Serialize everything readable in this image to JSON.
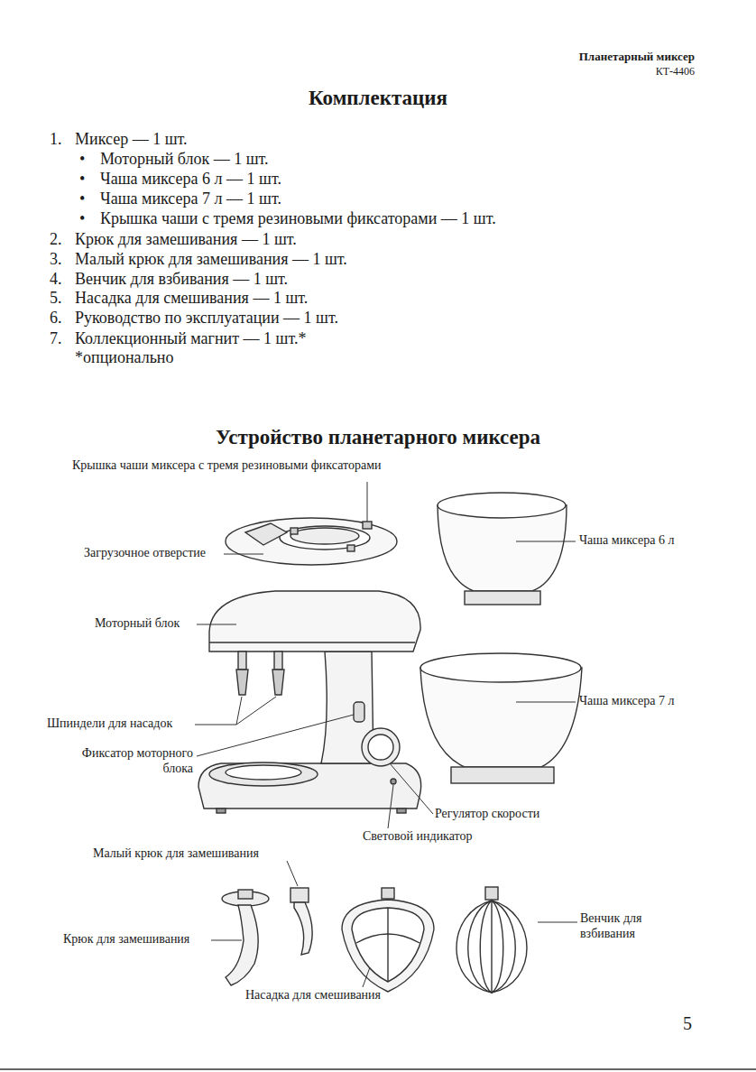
{
  "diagram": {
    "title": "Комплектация",
    "labels": [
      "Планетарный миксер",
      "КТ-4406",
      "1.",
      "Миксер — 1 шт.",
      "•",
      "Моторный блок — 1 шт.",
      "•",
      "Чаша миксера 6 л — 1 шт.",
      "•",
      "Чаша миксера 7 л — 1 шт.",
      "•",
      "Крышка чаши с тремя резиновыми фиксаторами — 1 шт.",
      "2.",
      "Крюк для замешивания — 1 шт.",
      "3.",
      "Малый крюк для замешивания — 1 шт.",
      "4.",
      "Венчик для взбивания — 1 шт.",
      "5.",
      "Насадка для смешивания — 1 шт.",
      "6.",
      "Руководство по эксплуатации — 1 шт.",
      "7.",
      "Коллекционный магнит — 1 шт.*",
      "*опционально",
      "Устройство планетарного миксера",
      "Крышка чаши миксера с тремя резиновыми фиксаторами",
      "Загрузочное отверстие",
      "Чаша миксера 6 л",
      "Моторный блок",
      "Шпиндели для насадок",
      "Чаша миксера 7 л",
      "Фиксатор моторного блока",
      "Регулятор скорости",
      "Световой индикатор",
      "Малый крюк для замешивания",
      "Венчик для взбивания",
      "Крюк для замешивания",
      "Насадка для смешивания",
      "5"
    ]
  }
}
